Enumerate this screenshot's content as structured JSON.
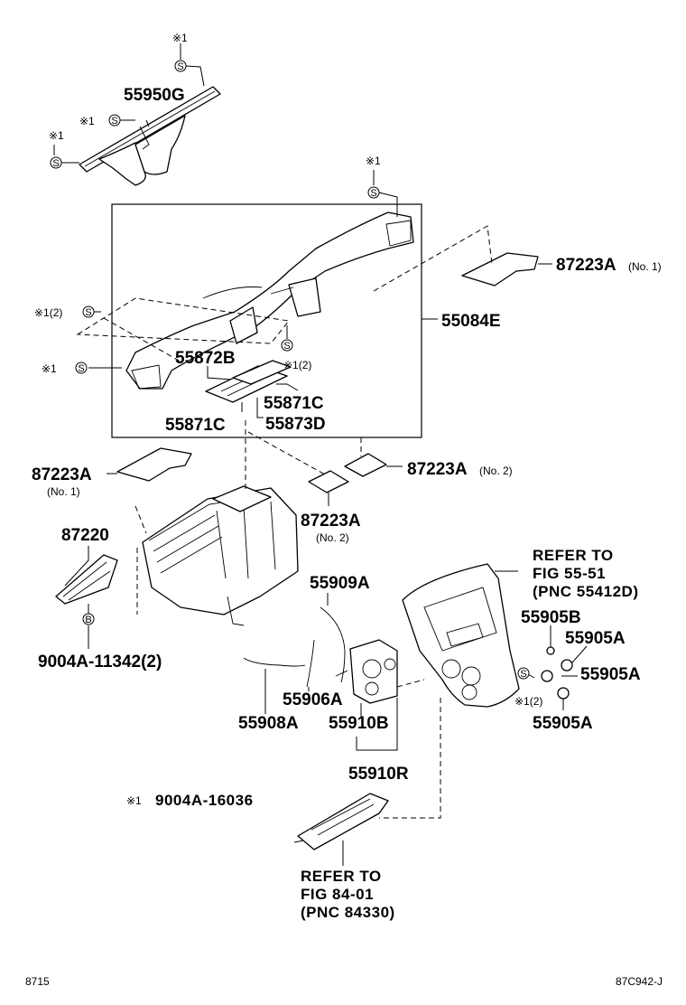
{
  "labels": {
    "p55950G": "55950G",
    "p55084E": "55084E",
    "p55872B": "55872B",
    "p55871C_r": "55871C",
    "p55871C_l": "55871C",
    "p55873D": "55873D",
    "p87223A_no1_top": "87223A",
    "p87223A_no1_left": "87223A",
    "p87223A_no2_right": "87223A",
    "p87223A_no2_mid": "87223A",
    "p87220": "87220",
    "p9004A_11342": "9004A-11342(2)",
    "p55909A": "55909A",
    "p55906A": "55906A",
    "p55908A": "55908A",
    "p55910B": "55910B",
    "p55910R": "55910R",
    "p55905B": "55905B",
    "p55905A_1": "55905A",
    "p55905A_2": "55905A",
    "p55905A_3": "55905A"
  },
  "qualifiers": {
    "no1_top": "(No. 1)",
    "no1_left": "(No. 1)",
    "no2_right": "(No. 2)",
    "no2_mid": "(No. 2)"
  },
  "screw_marks": {
    "m1": "※1",
    "m2": "※1",
    "m3": "※1",
    "m4": "※1",
    "m5": "※1(2)",
    "m6": "※1(2)",
    "m7": "※1",
    "m8": "※1(2)"
  },
  "symbols": {
    "screw": "S",
    "bolt": "B"
  },
  "refer_55": {
    "line1": "REFER TO",
    "line2": "FIG 55-51",
    "line3": "(PNC 55412D)"
  },
  "refer_84": {
    "line1": "REFER TO",
    "line2": "FIG 84-01",
    "line3": "(PNC 84330)"
  },
  "footnote": {
    "mark": "※1",
    "text": "9004A-16036"
  },
  "corner": {
    "left": "8715",
    "right": "87C942-J"
  }
}
